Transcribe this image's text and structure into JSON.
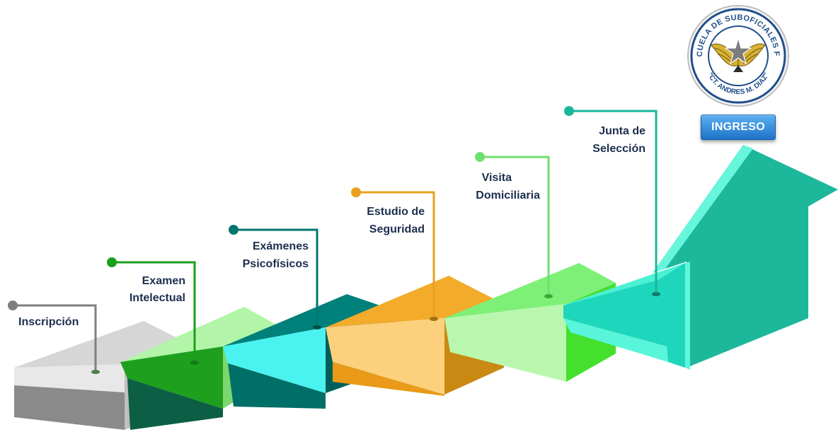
{
  "steps": [
    {
      "label_lines": [
        "Inscripción"
      ],
      "color": "#7f7f7f"
    },
    {
      "label_lines": [
        "Examen",
        "Intelectual"
      ],
      "color": "#1a9f1a"
    },
    {
      "label_lines": [
        "Exámenes",
        "Psicofísicos"
      ],
      "color": "#00766e"
    },
    {
      "label_lines": [
        "Estudio de",
        "Seguridad"
      ],
      "color": "#e8a21f"
    },
    {
      "label_lines": [
        "Visita",
        "Domiciliaria"
      ],
      "color": "#6fe06f"
    },
    {
      "label_lines": [
        "Junta de",
        "Selección"
      ],
      "color": "#19b79a"
    }
  ],
  "logo": {
    "top_text": "ESCUELA DE SUBOFICIALES FAC",
    "bottom_text": "\"CT. ANDRES M. DIAZ\""
  },
  "ingreso_button": {
    "label": "INGRESO"
  },
  "colors": {
    "arrow": "#1ebf9c",
    "arrow_light": "#5ef5da",
    "logo_ring": "#1f4e8a",
    "button": "#2a82d6"
  }
}
